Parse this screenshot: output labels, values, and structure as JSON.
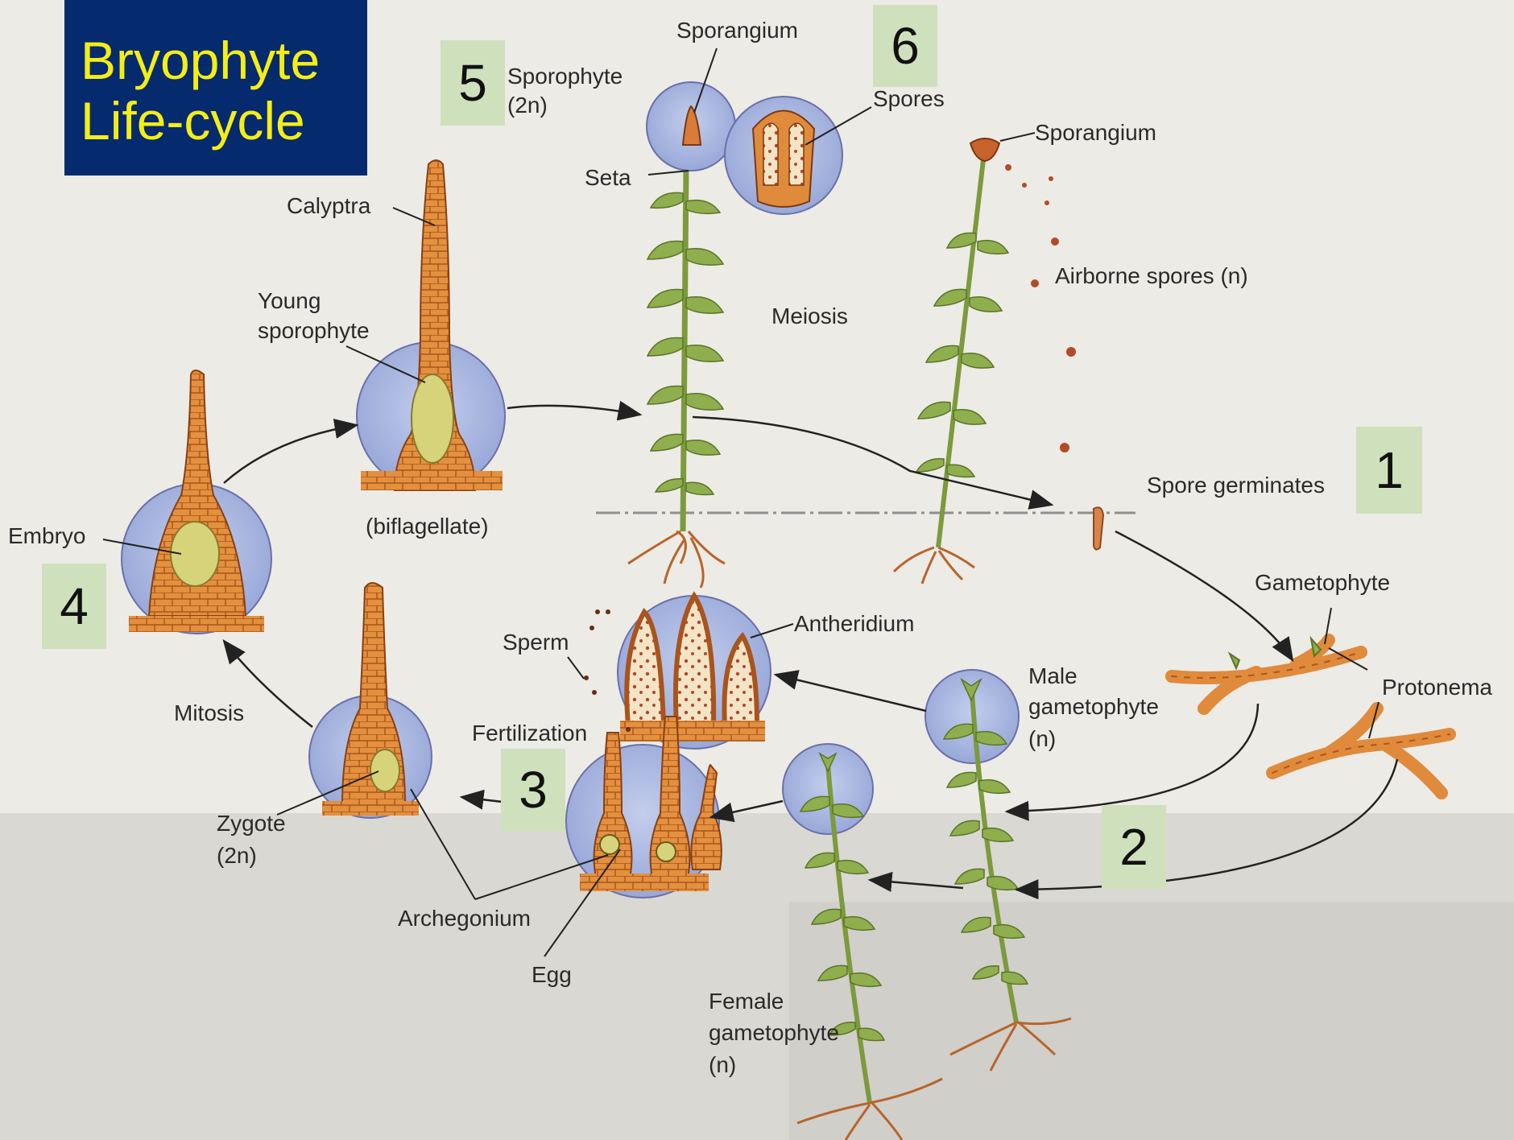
{
  "title": {
    "line1": "Bryophyte",
    "line2": "Life-cycle"
  },
  "step_numbers": [
    "1",
    "2",
    "3",
    "4",
    "5",
    "6"
  ],
  "labels": {
    "sporangium_top": "Sporangium",
    "sporophyte": "Sporophyte",
    "sporophyte_ploidy": "(2n)",
    "seta": "Seta",
    "spores": "Spores",
    "sporangium_right": "Sporangium",
    "airborne_spores": "Airborne spores",
    "airborne_ploidy": "(n)",
    "calyptra": "Calyptra",
    "young": "Young",
    "sporophyte_word": "sporophyte",
    "meiosis": "Meiosis",
    "spore_germinates": "Spore germinates",
    "biflagellate": "(biflagellate)",
    "embryo": "Embryo",
    "gametophyte": "Gametophyte",
    "antheridium": "Antheridium",
    "sperm": "Sperm",
    "protonema": "Protonema",
    "male": "Male",
    "gametophyte_male": "gametophyte",
    "male_ploidy": "(n)",
    "mitosis": "Mitosis",
    "fertilization": "Fertilization",
    "zygote": "Zygote",
    "zygote_ploidy": "(2n)",
    "archegonium": "Archegonium",
    "egg": "Egg",
    "female": "Female",
    "gametophyte_female": "gametophyte",
    "female_ploidy": "(n)"
  },
  "colors": {
    "title_bg": "#062a6e",
    "title_text": "#f4ee16",
    "number_box": "#cfe0bd",
    "circle_fill": "#a9b7df",
    "tissue": "#e08a3c",
    "leaf": "#8fae4d",
    "arrow": "#222222"
  }
}
